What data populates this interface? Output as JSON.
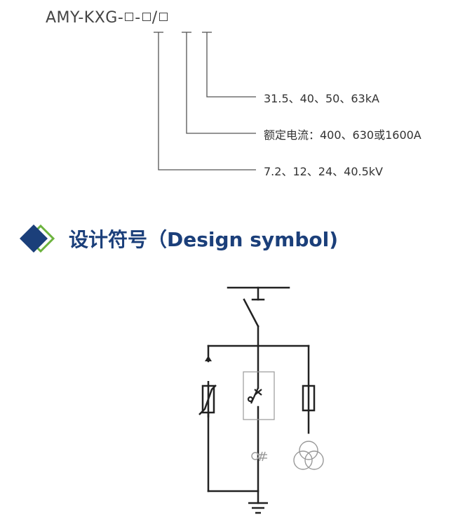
{
  "model_code": {
    "prefix": "AMY-KXG-",
    "sep1": "-",
    "sep2": "/"
  },
  "options": {
    "breaking_current": "31.5、40、50、63kA",
    "rated_current": "额定电流：400、630或1600A",
    "rated_voltage": "7.2、12、24、40.5kV"
  },
  "section": {
    "title": "设计符号（Design symbol)"
  },
  "colors": {
    "title": "#1b3f7a",
    "diamond_dark": "#1b3f7a",
    "diamond_outline": "#6cb33e",
    "line": "#222222",
    "faint": "#999999"
  },
  "icons": [
    "diamond-bullet-icon",
    "ground-icon",
    "transformer-icon",
    "fuse-icon",
    "surge-arrester-icon"
  ]
}
